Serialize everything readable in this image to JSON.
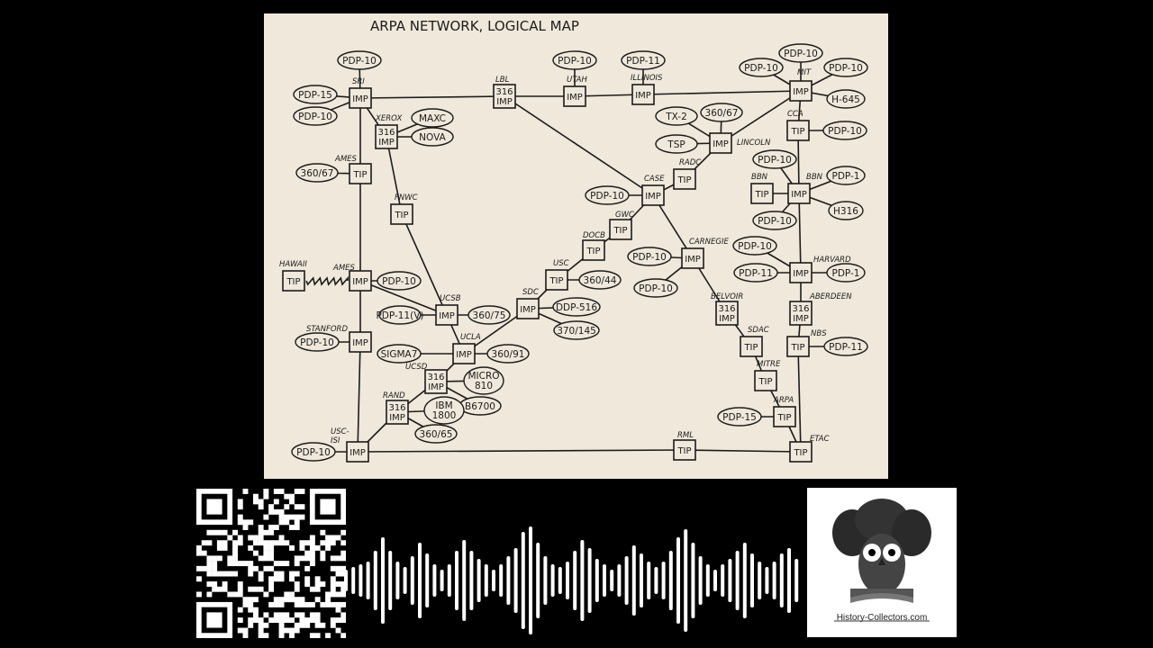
{
  "title": "ARPA NETWORK, LOGICAL MAP",
  "colors": {
    "background": "#000000",
    "paper": "#efe8db",
    "ink": "#1c1c1c",
    "wave": "#ffffff"
  },
  "nodes": [
    {
      "id": "sri",
      "kind": "box",
      "text": [
        "IMP"
      ],
      "site": "SRI"
    },
    {
      "id": "lbl",
      "kind": "box",
      "text": [
        "316",
        "IMP"
      ],
      "site": "LBL"
    },
    {
      "id": "utah",
      "kind": "box",
      "text": [
        "IMP"
      ],
      "site": "UTAH"
    },
    {
      "id": "illinois",
      "kind": "box",
      "text": [
        "IMP"
      ],
      "site": "ILLINOIS"
    },
    {
      "id": "mit",
      "kind": "box",
      "text": [
        "IMP"
      ],
      "site": "MIT"
    },
    {
      "id": "xerox",
      "kind": "box",
      "text": [
        "316",
        "IMP"
      ],
      "site": "XEROX"
    },
    {
      "id": "ames_tip",
      "kind": "box",
      "text": [
        "TIP"
      ],
      "site": "AMES"
    },
    {
      "id": "fnwc",
      "kind": "box",
      "text": [
        "TIP"
      ],
      "site": "FNWC"
    },
    {
      "id": "hawaii",
      "kind": "box",
      "text": [
        "TIP"
      ],
      "site": "HAWAII"
    },
    {
      "id": "ames_imp",
      "kind": "box",
      "text": [
        "IMP"
      ],
      "site": "AMES"
    },
    {
      "id": "ucsb",
      "kind": "box",
      "text": [
        "IMP"
      ],
      "site": "UCSB"
    },
    {
      "id": "stanford",
      "kind": "box",
      "text": [
        "IMP"
      ],
      "site": "STANFORD"
    },
    {
      "id": "ucla",
      "kind": "box",
      "text": [
        "IMP"
      ],
      "site": "UCLA"
    },
    {
      "id": "ucsd",
      "kind": "box",
      "text": [
        "316",
        "IMP"
      ],
      "site": "UCSD"
    },
    {
      "id": "rand",
      "kind": "box",
      "text": [
        "316",
        "IMP"
      ],
      "site": "RAND"
    },
    {
      "id": "usc_isi",
      "kind": "box",
      "text": [
        "IMP"
      ],
      "site": "USC-\nISI"
    },
    {
      "id": "sdc",
      "kind": "box",
      "text": [
        "IMP"
      ],
      "site": "SDC"
    },
    {
      "id": "usc",
      "kind": "box",
      "text": [
        "TIP"
      ],
      "site": "USC"
    },
    {
      "id": "docb",
      "kind": "box",
      "text": [
        "TIP"
      ],
      "site": "DOCB"
    },
    {
      "id": "gwc",
      "kind": "box",
      "text": [
        "TIP"
      ],
      "site": "GWC"
    },
    {
      "id": "case",
      "kind": "box",
      "text": [
        "IMP"
      ],
      "site": "CASE"
    },
    {
      "id": "radc",
      "kind": "box",
      "text": [
        "TIP"
      ],
      "site": "RADC"
    },
    {
      "id": "lincoln",
      "kind": "box",
      "text": [
        "IMP"
      ],
      "site": "LINCOLN"
    },
    {
      "id": "cca",
      "kind": "box",
      "text": [
        "TIP"
      ],
      "site": "CCA"
    },
    {
      "id": "bbn_tip",
      "kind": "box",
      "text": [
        "TIP"
      ],
      "site": "BBN"
    },
    {
      "id": "bbn_imp",
      "kind": "box",
      "text": [
        "IMP"
      ],
      "site": "BBN"
    },
    {
      "id": "carnegie",
      "kind": "box",
      "text": [
        "IMP"
      ],
      "site": "CARNEGIE"
    },
    {
      "id": "harvard",
      "kind": "box",
      "text": [
        "IMP"
      ],
      "site": "HARVARD"
    },
    {
      "id": "belvoir",
      "kind": "box",
      "text": [
        "316",
        "IMP"
      ],
      "site": "BELVOIR"
    },
    {
      "id": "aberdeen",
      "kind": "box",
      "text": [
        "316",
        "IMP"
      ],
      "site": "ABERDEEN"
    },
    {
      "id": "sdac",
      "kind": "box",
      "text": [
        "TIP"
      ],
      "site": "SDAC"
    },
    {
      "id": "nbs",
      "kind": "box",
      "text": [
        "TIP"
      ],
      "site": "NBS"
    },
    {
      "id": "mitre",
      "kind": "box",
      "text": [
        "TIP"
      ],
      "site": "MITRE"
    },
    {
      "id": "arpa",
      "kind": "box",
      "text": [
        "TIP"
      ],
      "site": "ARPA"
    },
    {
      "id": "rml",
      "kind": "box",
      "text": [
        "TIP"
      ],
      "site": "RML"
    },
    {
      "id": "etac",
      "kind": "box",
      "text": [
        "TIP"
      ],
      "site": "ETAC"
    },
    {
      "id": "sri_pdp10",
      "kind": "host",
      "text": [
        "PDP-10"
      ]
    },
    {
      "id": "sri_pdp15",
      "kind": "host",
      "text": [
        "PDP-15"
      ]
    },
    {
      "id": "sri_pdp10b",
      "kind": "host",
      "text": [
        "PDP-10"
      ]
    },
    {
      "id": "utah_pdp10",
      "kind": "host",
      "text": [
        "PDP-10"
      ]
    },
    {
      "id": "ill_pdp11",
      "kind": "host",
      "text": [
        "PDP-11"
      ]
    },
    {
      "id": "mit_pdp10a",
      "kind": "host",
      "text": [
        "PDP-10"
      ]
    },
    {
      "id": "mit_pdp10b",
      "kind": "host",
      "text": [
        "PDP-10"
      ]
    },
    {
      "id": "mit_pdp10c",
      "kind": "host",
      "text": [
        "PDP-10"
      ]
    },
    {
      "id": "mit_h645",
      "kind": "host",
      "text": [
        "H-645"
      ]
    },
    {
      "id": "xerox_maxc",
      "kind": "host",
      "text": [
        "MAXC"
      ]
    },
    {
      "id": "xerox_nova",
      "kind": "host",
      "text": [
        "NOVA"
      ]
    },
    {
      "id": "ames_36067",
      "kind": "host",
      "text": [
        "360/67"
      ]
    },
    {
      "id": "ames_pdp10",
      "kind": "host",
      "text": [
        "PDP-10"
      ]
    },
    {
      "id": "ucsb_pdp11",
      "kind": "host",
      "text": [
        "PDP-11(V)"
      ]
    },
    {
      "id": "ucsb_36075",
      "kind": "host",
      "text": [
        "360/75"
      ]
    },
    {
      "id": "stan_pdp10",
      "kind": "host",
      "text": [
        "PDP-10"
      ]
    },
    {
      "id": "ucla_sigma7",
      "kind": "host",
      "text": [
        "SIGMA7"
      ]
    },
    {
      "id": "ucla_36091",
      "kind": "host",
      "text": [
        "360/91"
      ]
    },
    {
      "id": "ucsd_micro",
      "kind": "host",
      "text": [
        "MICRO",
        "810"
      ]
    },
    {
      "id": "ucsd_b6700",
      "kind": "host",
      "text": [
        "B6700"
      ]
    },
    {
      "id": "rand_ibm",
      "kind": "host",
      "text": [
        "IBM",
        "1800"
      ]
    },
    {
      "id": "rand_36065",
      "kind": "host",
      "text": [
        "360/65"
      ]
    },
    {
      "id": "isi_pdp10",
      "kind": "host",
      "text": [
        "PDP-10"
      ]
    },
    {
      "id": "sdc_ddp",
      "kind": "host",
      "text": [
        "DDP-516"
      ]
    },
    {
      "id": "sdc_370",
      "kind": "host",
      "text": [
        "370/145"
      ]
    },
    {
      "id": "usc_36044",
      "kind": "host",
      "text": [
        "360/44"
      ]
    },
    {
      "id": "case_pdp10",
      "kind": "host",
      "text": [
        "PDP-10"
      ]
    },
    {
      "id": "lin_tx2",
      "kind": "host",
      "text": [
        "TX-2"
      ]
    },
    {
      "id": "lin_36067",
      "kind": "host",
      "text": [
        "360/67"
      ]
    },
    {
      "id": "lin_tsp",
      "kind": "host",
      "text": [
        "TSP"
      ]
    },
    {
      "id": "cca_pdp10",
      "kind": "host",
      "text": [
        "PDP-10"
      ]
    },
    {
      "id": "bbn_pdp10a",
      "kind": "host",
      "text": [
        "PDP-10"
      ]
    },
    {
      "id": "bbn_pdp1",
      "kind": "host",
      "text": [
        "PDP-1"
      ]
    },
    {
      "id": "bbn_h316",
      "kind": "host",
      "text": [
        "H316"
      ]
    },
    {
      "id": "bbn_pdp10b",
      "kind": "host",
      "text": [
        "PDP-10"
      ]
    },
    {
      "id": "carn_pdp10a",
      "kind": "host",
      "text": [
        "PDP-10"
      ]
    },
    {
      "id": "carn_pdp10b",
      "kind": "host",
      "text": [
        "PDP-10"
      ]
    },
    {
      "id": "harv_pdp10",
      "kind": "host",
      "text": [
        "PDP-10"
      ]
    },
    {
      "id": "harv_pdp11",
      "kind": "host",
      "text": [
        "PDP-11"
      ]
    },
    {
      "id": "harv_pdp1",
      "kind": "host",
      "text": [
        "PDP-1"
      ]
    },
    {
      "id": "nbs_pdp11",
      "kind": "host",
      "text": [
        "PDP-11"
      ]
    },
    {
      "id": "arpa_pdp15",
      "kind": "host",
      "text": [
        "PDP-15"
      ]
    }
  ],
  "links": [
    [
      "sri",
      "lbl"
    ],
    [
      "lbl",
      "utah"
    ],
    [
      "utah",
      "illinois"
    ],
    [
      "illinois",
      "mit"
    ],
    [
      "sri",
      "xerox"
    ],
    [
      "sri",
      "ames_tip"
    ],
    [
      "xerox",
      "fnwc"
    ],
    [
      "fnwc",
      "ucsb"
    ],
    [
      "ames_tip",
      "ames_imp"
    ],
    [
      "ames_imp",
      "stanford"
    ],
    [
      "ames_imp",
      "ucsb"
    ],
    [
      "stanford",
      "usc_isi"
    ],
    [
      "ucsb",
      "ucla"
    ],
    [
      "ucla",
      "sdc"
    ],
    [
      "ucla",
      "ucsd"
    ],
    [
      "ucsd",
      "rand"
    ],
    [
      "rand",
      "usc_isi"
    ],
    [
      "usc_isi",
      "rml"
    ],
    [
      "rml",
      "etac"
    ],
    [
      "sdc",
      "usc"
    ],
    [
      "usc",
      "docb"
    ],
    [
      "docb",
      "gwc"
    ],
    [
      "gwc",
      "case"
    ],
    [
      "case",
      "radc"
    ],
    [
      "radc",
      "lincoln"
    ],
    [
      "lincoln",
      "mit"
    ],
    [
      "mit",
      "cca"
    ],
    [
      "cca",
      "bbn_imp"
    ],
    [
      "bbn_imp",
      "harvard"
    ],
    [
      "harvard",
      "aberdeen"
    ],
    [
      "aberdeen",
      "nbs"
    ],
    [
      "nbs",
      "etac"
    ],
    [
      "case",
      "carnegie"
    ],
    [
      "carnegie",
      "belvoir"
    ],
    [
      "belvoir",
      "sdac"
    ],
    [
      "sdac",
      "mitre"
    ],
    [
      "mitre",
      "arpa"
    ],
    [
      "arpa",
      "etac"
    ],
    [
      "bbn_tip",
      "bbn_imp"
    ],
    [
      "case",
      "lbl"
    ],
    [
      "sri",
      "sri_pdp10"
    ],
    [
      "sri",
      "sri_pdp15"
    ],
    [
      "sri",
      "sri_pdp10b"
    ],
    [
      "utah",
      "utah_pdp10"
    ],
    [
      "illinois",
      "ill_pdp11"
    ],
    [
      "mit",
      "mit_pdp10a"
    ],
    [
      "mit",
      "mit_pdp10b"
    ],
    [
      "mit",
      "mit_pdp10c"
    ],
    [
      "mit",
      "mit_h645"
    ],
    [
      "xerox",
      "xerox_maxc"
    ],
    [
      "xerox",
      "xerox_nova"
    ],
    [
      "ames_tip",
      "ames_36067"
    ],
    [
      "ames_imp",
      "ames_pdp10"
    ],
    [
      "ucsb",
      "ucsb_pdp11"
    ],
    [
      "ucsb",
      "ucsb_36075"
    ],
    [
      "stanford",
      "stan_pdp10"
    ],
    [
      "ucla",
      "ucla_sigma7"
    ],
    [
      "ucla",
      "ucla_36091"
    ],
    [
      "ucsd",
      "ucsd_micro"
    ],
    [
      "ucsd",
      "ucsd_b6700"
    ],
    [
      "rand",
      "rand_ibm"
    ],
    [
      "rand",
      "rand_36065"
    ],
    [
      "usc_isi",
      "isi_pdp10"
    ],
    [
      "sdc",
      "sdc_ddp"
    ],
    [
      "sdc",
      "sdc_370"
    ],
    [
      "usc",
      "usc_36044"
    ],
    [
      "case",
      "case_pdp10"
    ],
    [
      "lincoln",
      "lin_tx2"
    ],
    [
      "lincoln",
      "lin_36067"
    ],
    [
      "lincoln",
      "lin_tsp"
    ],
    [
      "cca",
      "cca_pdp10"
    ],
    [
      "bbn_imp",
      "bbn_pdp10a"
    ],
    [
      "bbn_imp",
      "bbn_pdp1"
    ],
    [
      "bbn_imp",
      "bbn_h316"
    ],
    [
      "bbn_imp",
      "bbn_pdp10b"
    ],
    [
      "carnegie",
      "carn_pdp10a"
    ],
    [
      "carnegie",
      "carn_pdp10b"
    ],
    [
      "harvard",
      "harv_pdp10"
    ],
    [
      "harvard",
      "harv_pdp11"
    ],
    [
      "harvard",
      "harv_pdp1"
    ],
    [
      "nbs",
      "nbs_pdp11"
    ],
    [
      "arpa",
      "arpa_pdp15"
    ]
  ],
  "satellite_link": [
    "hawaii",
    "ames_imp"
  ],
  "logo": {
    "caption": "History-Collectors.com"
  },
  "waveform": {
    "bar_levels": [
      0.2,
      0.25,
      0.3,
      0.35,
      0.55,
      0.8,
      0.55,
      0.35,
      0.25,
      0.45,
      0.7,
      0.5,
      0.3,
      0.2,
      0.3,
      0.55,
      0.75,
      0.55,
      0.4,
      0.3,
      0.2,
      0.3,
      0.45,
      0.6,
      0.9,
      1.0,
      0.7,
      0.45,
      0.3,
      0.25,
      0.35,
      0.55,
      0.75,
      0.6,
      0.4,
      0.3,
      0.2,
      0.3,
      0.45,
      0.65,
      0.5,
      0.35,
      0.25,
      0.35,
      0.55,
      0.8,
      0.95,
      0.7,
      0.45,
      0.3,
      0.2,
      0.3,
      0.4,
      0.55,
      0.7,
      0.5,
      0.35,
      0.25,
      0.35,
      0.5,
      0.6,
      0.4
    ]
  }
}
